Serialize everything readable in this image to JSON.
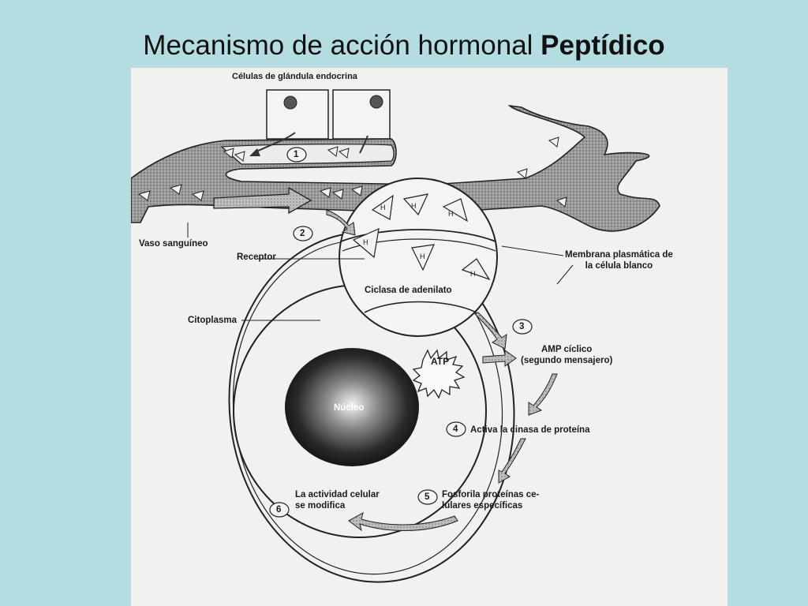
{
  "title": {
    "main": "Mecanismo de acción hormonal",
    "bold": "Peptídico"
  },
  "labels": {
    "glands": "Células de glándula endocrina",
    "vessel": "Vaso sanguíneo",
    "receptor": "Receptor",
    "membrane": "Membrana plasmática de\nla célula blanco",
    "cyclase": "Ciclasa de adenilato",
    "cytoplasm": "Citoplasma",
    "camp": "AMP cíclico\n(segundo mensajero)",
    "atp": "ATP",
    "nucleus": "Núcleo",
    "kinase": "Activa la cinasa de proteína",
    "phosph": "Fosforila proteínas ce-\nlulares específicas",
    "activity": "La actividad celular\nse modifica",
    "hormone": "H"
  },
  "steps": [
    "1",
    "2",
    "3",
    "4",
    "5",
    "6"
  ]
}
